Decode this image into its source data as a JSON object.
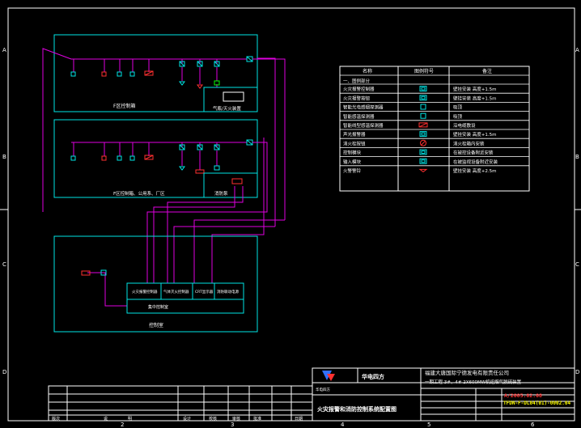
{
  "colors": {
    "background": "#000000",
    "frame": "#ffffff",
    "cyan": "#00e5e5",
    "magenta": "#e000e0",
    "red": "#ff3030",
    "yellow": "#ffff00",
    "green": "#00ff00",
    "blue": "#3070ff"
  },
  "margin_labels": {
    "left": [
      "A",
      "B",
      "C",
      "D"
    ],
    "right": [
      "A",
      "B",
      "C",
      "D"
    ],
    "bottom": [
      "2",
      "3",
      "4",
      "5",
      "6"
    ]
  },
  "panels": {
    "upper_area_label": "F区控制箱",
    "upper_sub_label": "气瓶/灭火装置",
    "middle_area_label": "F区控制箱、公用系、厂区",
    "middle_sub_label": "消防泵",
    "control_room_label": "控制室",
    "control_room_bar": "集中控制室",
    "control_modules": [
      "火灾报警控制器",
      "气体灭火控制器",
      "CRT显示器",
      "消防联动电源"
    ]
  },
  "legend": {
    "headers": [
      "名称",
      "图例符号",
      "备注"
    ],
    "section_title": "一、图例部分",
    "rows": [
      {
        "name": "火灾报警控制器",
        "icon": "square-cyan",
        "note": "壁挂安装 高度+1.5m"
      },
      {
        "name": "火灾报警按钮",
        "icon": "square-cyan",
        "note": "壁挂安装 高度+1.5m"
      },
      {
        "name": "智能光电感烟探测器",
        "icon": "rect-cyan",
        "note": "吸顶"
      },
      {
        "name": "智能感温探测器",
        "icon": "rect-cyan",
        "note": "吸顶"
      },
      {
        "name": "智能线型感温探测器",
        "icon": "slash-magenta",
        "note": "沿电缆敷设"
      },
      {
        "name": "声光报警器",
        "icon": "square-cyan",
        "note": "壁挂安装 高度+1.5m"
      },
      {
        "name": "消火栓按钮",
        "icon": "circle-slash-magenta",
        "note": "消火栓箱内安装"
      },
      {
        "name": "控制模块",
        "icon": "square-cyan",
        "note": "在被控设备附近安装"
      },
      {
        "name": "输入模块",
        "icon": "square-cyan",
        "note": "在被监视设备附近安装"
      },
      {
        "name": "火警警铃",
        "icon": "bell-red",
        "note": "壁挂安装 高度+2.5m"
      }
    ]
  },
  "title_block": {
    "company": "华电四方",
    "logo_text": "华电四方",
    "client": "福建大唐国际宁德发电有限责任公司",
    "project": "一期工程 3#、4# 2X600MW机组烟气脱硫装置",
    "drawing_title": "火灾报警和消防控制系统配置图",
    "revision": "A/2005.02.08",
    "drawing_no": "TFDN-F-DL04(01)-0002.04",
    "signature_fields": [
      "设计",
      "校核",
      "审核",
      "批准"
    ]
  },
  "bottom_strip": {
    "row_labels": [
      "版次",
      "说",
      "明",
      "设计",
      "校核",
      "审核",
      "批准",
      "日期"
    ]
  }
}
